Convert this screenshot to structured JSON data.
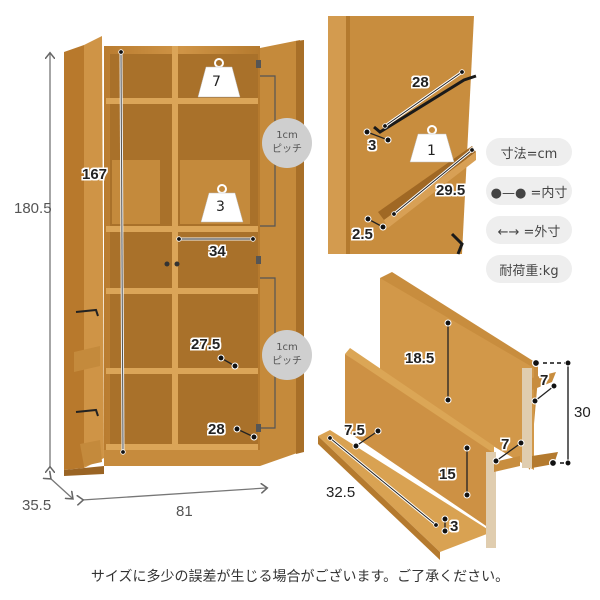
{
  "main_cabinet": {
    "outer_height": "180.5",
    "outer_depth": "35.5",
    "outer_width": "81",
    "inner_height": "167",
    "inner_width": "34",
    "shelf_depth_upper": "27.5",
    "shelf_depth_lower": "28",
    "weight_top": "7",
    "weight_mid": "3",
    "pitch_top": {
      "line1": "1cm",
      "line2": "ピッチ"
    },
    "pitch_bottom": {
      "line1": "1cm",
      "line2": "ピッチ"
    }
  },
  "side_panel": {
    "hanger_length": "28",
    "hanger_gap": "3",
    "weight": "1",
    "shelf_length": "29.5",
    "shelf_lip": "2.5"
  },
  "legend": {
    "items": [
      {
        "label": "寸法=cm"
      },
      {
        "label": "●—● =内寸"
      },
      {
        "label": "←→ =外寸"
      },
      {
        "label": "耐荷重:kg"
      }
    ]
  },
  "file_stand": {
    "back_height": "18.5",
    "front_height": "15",
    "total_height": "30",
    "top_step_depth": "7",
    "mid_step_depth": "7",
    "base_depth": "7.5",
    "length": "32.5",
    "groove": "3"
  },
  "footer": {
    "note": "サイズに多少の誤差が生じる場合がございます。ご了承ください。"
  },
  "colors": {
    "wood": "#c98d3e",
    "wood_dark": "#a86f28",
    "wood_light": "#dca35a",
    "pill_bg": "#eeeeee",
    "pitch_bg": "#cfcfcf",
    "dim_line": "#777777"
  }
}
